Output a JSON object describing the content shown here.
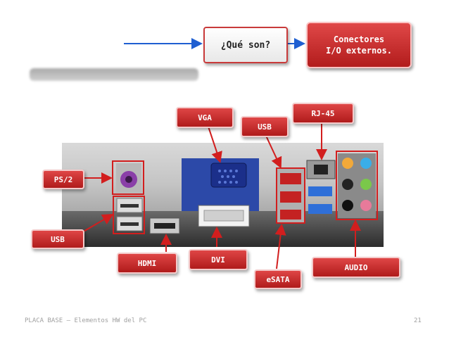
{
  "header": {
    "question": "¿Qué son?",
    "answer_line1": "Conectores",
    "answer_line2": "I/O externos."
  },
  "labels": {
    "ps2": "PS/2",
    "usb_left": "USB",
    "hdmi": "HDMI",
    "vga": "VGA",
    "dvi": "DVI",
    "usb_top": "USB",
    "rj45": "RJ-45",
    "esata": "eSATA",
    "audio": "AUDIO"
  },
  "footer": {
    "title": "PLACA BASE – Elementos HW del PC",
    "page": "21"
  },
  "colors": {
    "accent_red": "#c62828",
    "arrow_blue": "#1f5fd1"
  }
}
